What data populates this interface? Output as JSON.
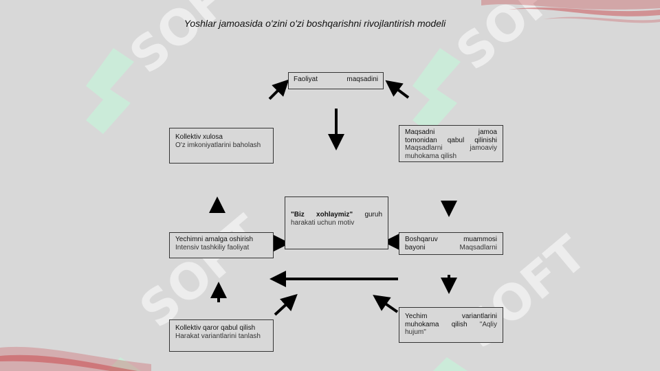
{
  "title": "Yoshlar jamoasida o'zini o'zi boshqarishni rivojlantirish modeli",
  "nodes": {
    "faoliyat": {
      "left": "Faoliyat",
      "right": "maqsadini"
    },
    "maqsad_qabul": {
      "l1a": "Maqsadni",
      "l1b": "jamoa",
      "l2a": "tomonidan",
      "l2b": "qabul",
      "l2c": "qilinishi",
      "l3a": "Maqsadlarni",
      "l3b": "jamoaviy",
      "l4": "muhokama qilish"
    },
    "kollektiv_xulosa": {
      "line1": "Kollektiv xulosa",
      "line2": "O'z imkoniyatlarini baholash"
    },
    "center": {
      "q": "\"Biz",
      "w": "xohlaymiz\"",
      "g": "guruh",
      "line2": "harakati uchun motiv"
    },
    "yechim_amalga": {
      "line1": "Yechimni amalga oshirish",
      "line2": "Intensiv tashkiliy faoliyat"
    },
    "boshqaruv": {
      "a": "Boshqaruv",
      "b": "muammosi",
      "c": "bayoni",
      "d": "Maqsadlarni"
    },
    "yechim_variant": {
      "a": "Yechim",
      "b": "variantlarini",
      "c": "muhokama",
      "d": "qilish",
      "e": "\"Aqliy",
      "f": "hujum\""
    },
    "kollektiv_qaror": {
      "line1": "Kollektiv qaror qabul qilish",
      "line2": "Harakat variantlarini tanlash"
    }
  },
  "watermark": {
    "text": "SOFT"
  },
  "colors": {
    "background": "#d8d8d8",
    "watermark": "#ffffff",
    "logo": "#c9efd9",
    "wave": "#c94a4e",
    "arrow": "#000000",
    "border": "#333333"
  }
}
